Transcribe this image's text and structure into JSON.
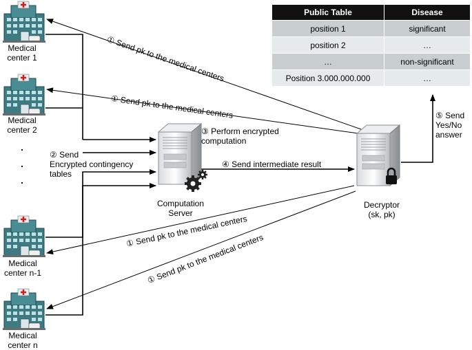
{
  "table": {
    "headers": [
      "Public Table",
      "Disease"
    ],
    "rows": [
      [
        "position 1",
        "significant"
      ],
      [
        "position 2",
        "…"
      ],
      [
        "…",
        "non-significant"
      ],
      [
        "Position 3.000.000.000",
        "…"
      ]
    ]
  },
  "centers": {
    "c1": [
      "Medical",
      "center 1"
    ],
    "c2": [
      "Medical",
      "center 2"
    ],
    "cn1": [
      "Medical",
      "center n-1"
    ],
    "cn": [
      "Medical",
      "center n"
    ]
  },
  "server": [
    "Computation",
    "Server"
  ],
  "decryptor": [
    "Decryptor",
    "(sk, pk)"
  ],
  "steps": {
    "send_pk": "① Send pk to the medical centers",
    "send_tables": [
      "② Send",
      "Encrypted contingency",
      "tables"
    ],
    "compute": [
      "③ Perform encrypted",
      "computation"
    ],
    "intermediate": "④ Send intermediate result",
    "answer": [
      "⑤ Send",
      "Yes/No",
      "answer"
    ]
  },
  "ellipsis": "."
}
